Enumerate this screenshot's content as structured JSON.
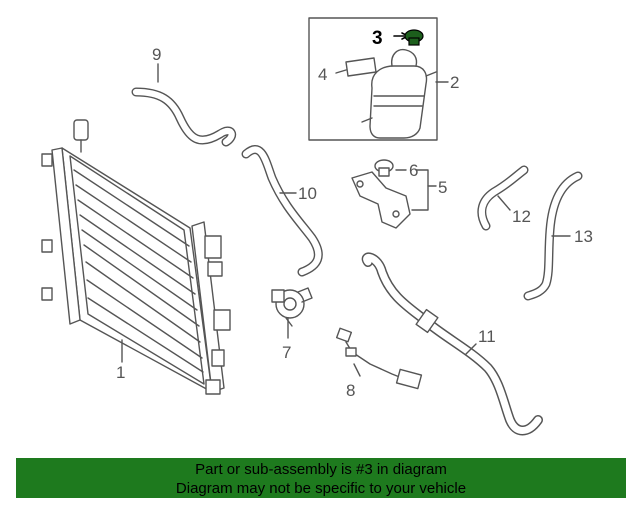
{
  "labels": {
    "p1": "1",
    "p2": "2",
    "p3": "3",
    "p4": "4",
    "p5": "5",
    "p6": "6",
    "p7": "7",
    "p8": "8",
    "p9": "9",
    "p10": "10",
    "p11": "11",
    "p12": "12",
    "p13": "13"
  },
  "banner": {
    "line1": "Part or sub-assembly is #3 in diagram",
    "line2": "Diagram may not be specific to your vehicle"
  },
  "colors": {
    "banner_bg": "#1e7a1e",
    "highlight_part": "#1c5e1c",
    "line_art": "#555555"
  }
}
